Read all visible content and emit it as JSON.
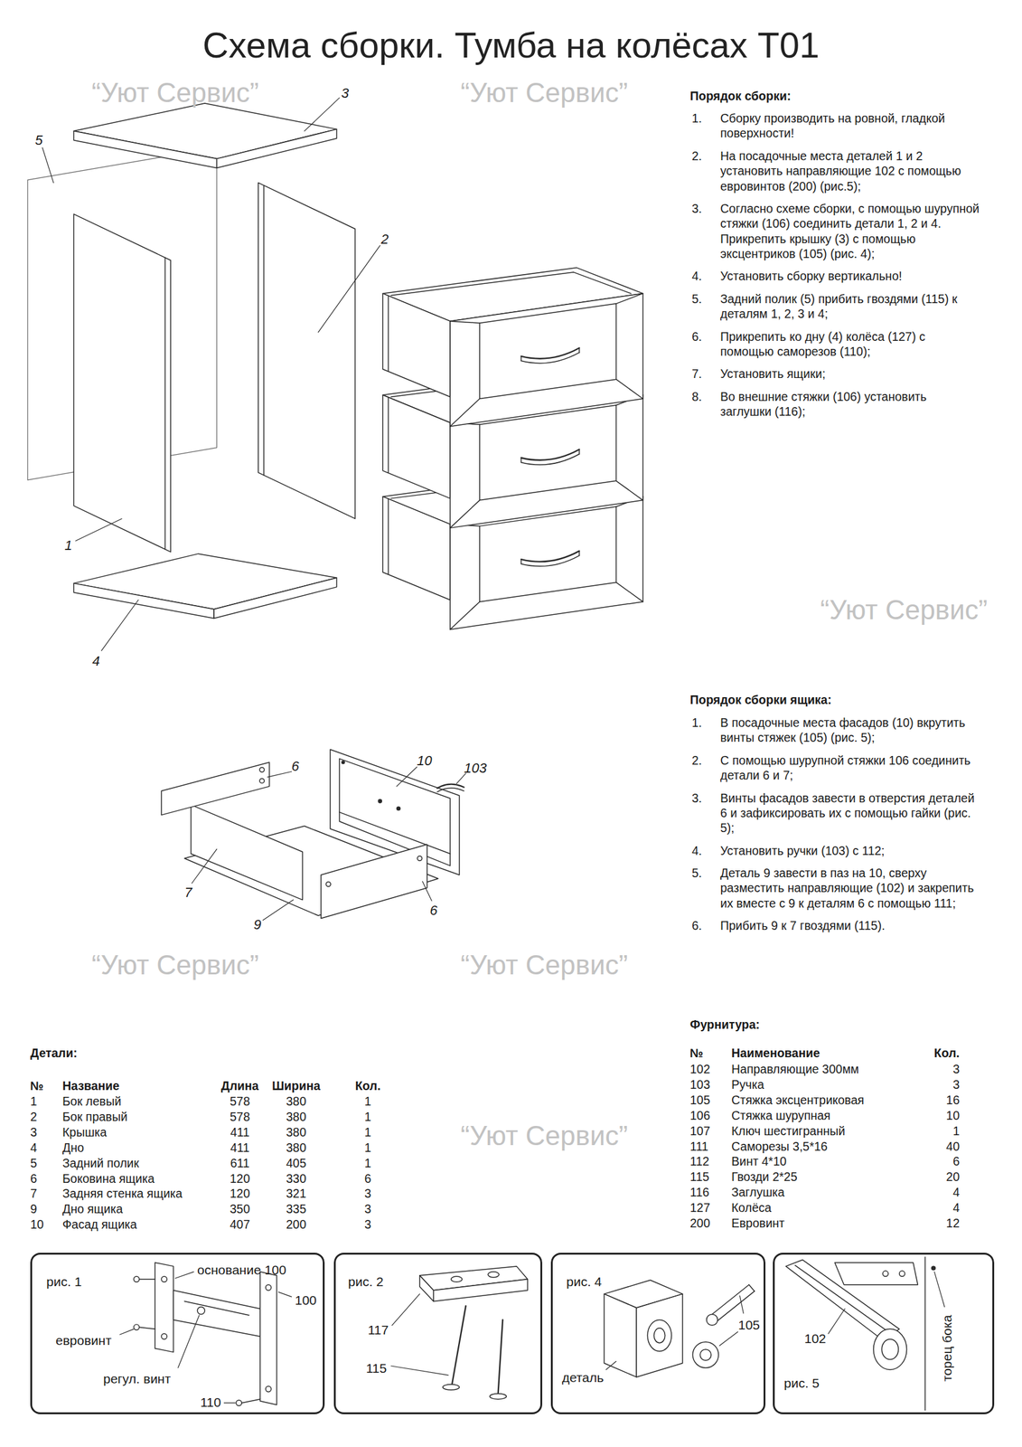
{
  "diagram": {
    "title": "Схема сборки. Тумба на колёсах Т01",
    "nodes": [
      {
        "text": [
          "рис. 1",
          "основание 100",
          "100",
          "евровинт",
          "регул. винт",
          "110"
        ]
      },
      {
        "text": [
          "рис. 2",
          "117",
          "115"
        ]
      },
      {
        "text": [
          "рис. 4",
          "105",
          "деталь"
        ]
      },
      {
        "text": [
          "102",
          "торец бока",
          "рис. 5"
        ]
      }
    ],
    "labels": [
      "3",
      "5",
      "2",
      "1",
      "4",
      "6",
      "10",
      "103",
      "7",
      "9",
      "6",
      "Порядок сборки:",
      "1.",
      "Сборку производить на ровной, гладкой поверхности!",
      "2.",
      "На посадочные места деталей 1 и 2 установить направляющие 102 с помощью евровинтов (200) (рис.5);",
      "3.",
      "Согласно схеме сборки, с помощью шурупной стяжки (106) соединить детали 1, 2 и 4. Прикрепить крышку (3) с помощью эксцентриков (105) (рис. 4);",
      "4.",
      "Установить сборку вертикально!",
      "5.",
      "Задний полик (5) прибить гвоздями (115) к деталям 1, 2, 3 и 4;",
      "6.",
      "Прикрепить ко дну (4) колёса (127) с помощью саморезов (110);",
      "7.",
      "Установить ящики;",
      "8.",
      "Во внешние стяжки (106) установить заглушки (116);",
      "Порядок сборки ящика:",
      "1.",
      "В посадочные места фасадов (10) вкрутить винты стяжек (105) (рис. 5);",
      "2.",
      "С помощью шурупной стяжки 106 соединить детали 6 и 7;",
      "3.",
      "Винты фасадов завести в отверстия деталей 6 и зафиксировать их с помощью гайки (рис. 5);",
      "4.",
      "Установить ручки (103) с 112;",
      "5.",
      "Деталь 9 завести в паз на 10, сверху разместить направляющие (102) и закрепить их вместе с 9 к деталям 6 с помощью 111;",
      "6.",
      "Прибить 9 к 7 гвоздями (115).",
      "Детали:",
      "№",
      "Название",
      "Длина",
      "Ширина",
      "Кол.",
      "1",
      "Бок левый",
      "578",
      "380",
      "1",
      "2",
      "Бок правый",
      "578",
      "380",
      "1",
      "3",
      "Крышка",
      "411",
      "380",
      "1",
      "4",
      "Дно",
      "411",
      "380",
      "1",
      "5",
      "Задний полик",
      "611",
      "405",
      "1",
      "6",
      "Боковина ящика",
      "120",
      "330",
      "6",
      "7",
      "Задняя стенка ящика",
      "120",
      "321",
      "3",
      "9",
      "Дно ящика",
      "350",
      "335",
      "3",
      "10",
      "Фасад ящика",
      "407",
      "200",
      "3",
      "Фурнитура:",
      "№",
      "Наименование",
      "Кол.",
      "102",
      "Направляющие 300мм",
      "3",
      "103",
      "Ручка",
      "3",
      "105",
      "Стяжка эксцентриковая",
      "16",
      "106",
      "Стяжка шурупная",
      "10",
      "107",
      "Ключ шестигранный",
      "1",
      "111",
      "Саморезы 3,5*16",
      "40",
      "112",
      "Винт 4*10",
      "6",
      "115",
      "Гвозди 2*25",
      "20",
      "116",
      "Заглушка",
      "4",
      "127",
      "Колёса",
      "4",
      "200",
      "Евровинт",
      "12",
      "“Уют Сервис”",
      "“Уют Сервис”",
      "“Уют Сервис”",
      "“Уют Сервис”",
      "“Уют Сервис”",
      "“Уют Сервис”"
    ]
  }
}
